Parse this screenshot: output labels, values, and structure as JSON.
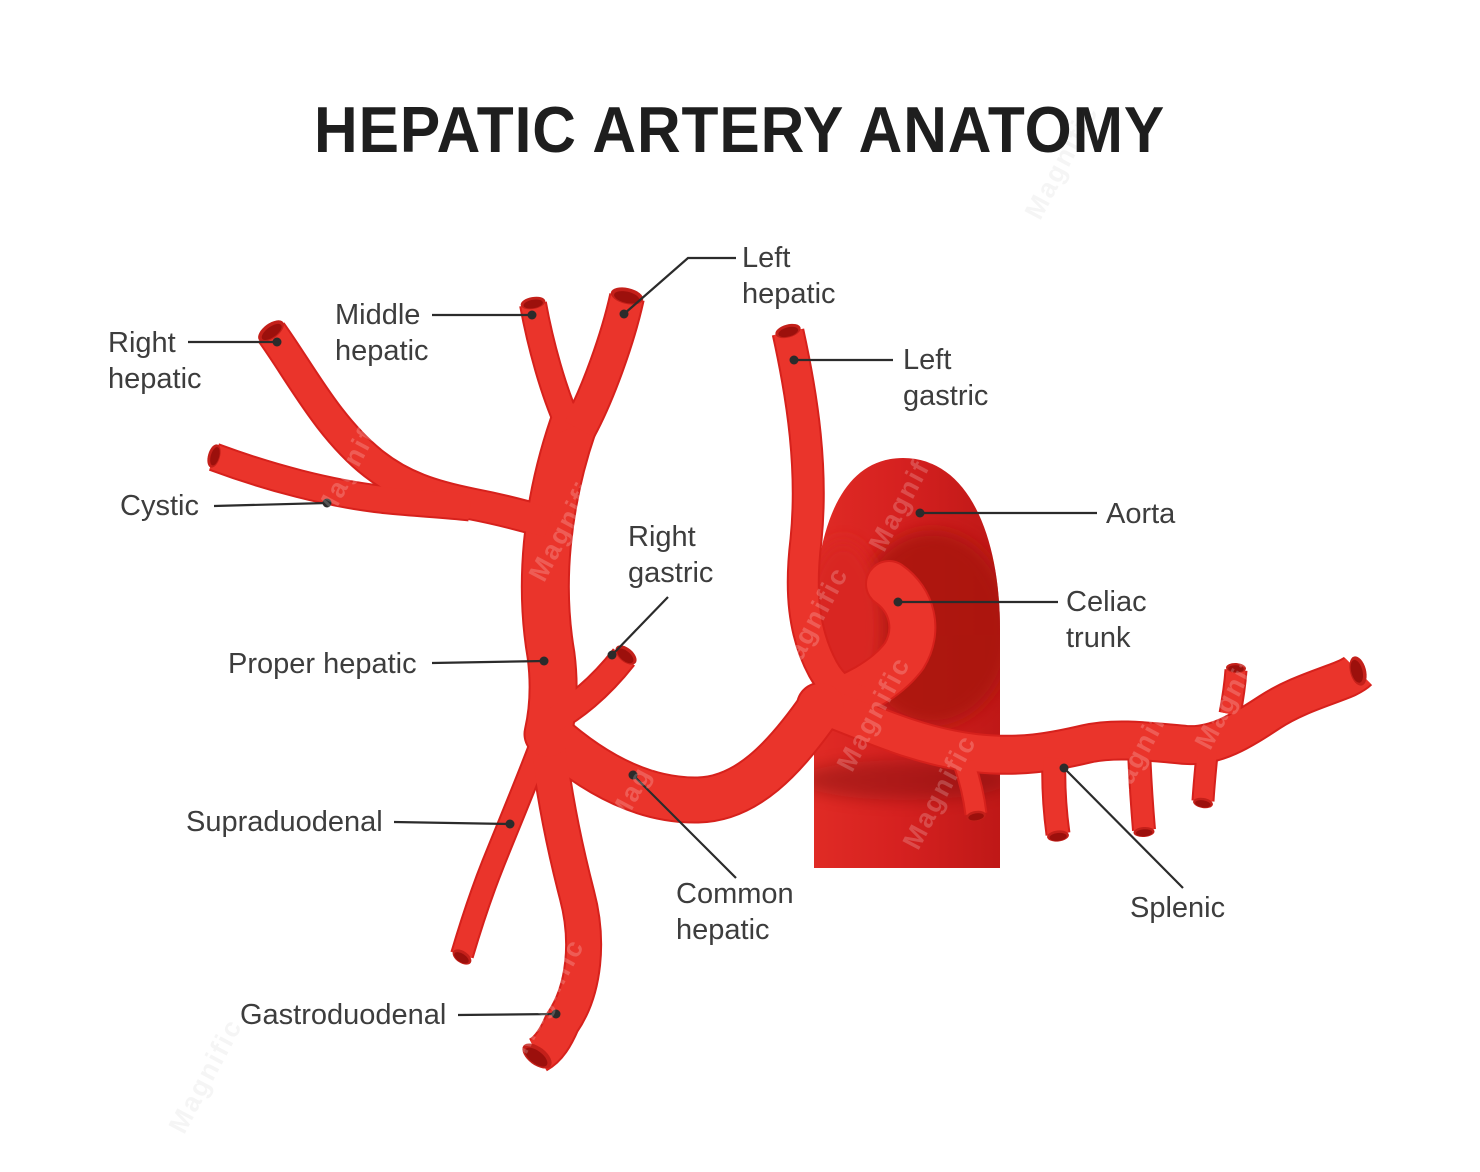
{
  "title": "HEPATIC ARTERY ANATOMY",
  "watermark": "Magnific",
  "colors": {
    "artery": "#ea342b",
    "artery_edge": "#d6211c",
    "artery_opening_rim": "#c4201a",
    "artery_opening": "#9c100c",
    "aorta": "#d62120",
    "aorta_shadow": "#a81211",
    "label_text": "#3d3d3d",
    "leader_line": "#2b2b2b",
    "title_text": "#1e1e1e",
    "background": "#ffffff"
  },
  "labels": {
    "right_hepatic": "Right\nhepatic",
    "middle_hepatic": "Middle\nhepatic",
    "left_hepatic": "Left\nhepatic",
    "left_gastric": "Left\ngastric",
    "cystic": "Cystic",
    "aorta": "Aorta",
    "right_gastric": "Right\ngastric",
    "celiac_trunk": "Celiac\ntrunk",
    "proper_hepatic": "Proper hepatic",
    "supraduodenal": "Supraduodenal",
    "common_hepatic": "Common\nhepatic",
    "splenic": "Splenic",
    "gastroduodenal": "Gastroduodenal"
  }
}
